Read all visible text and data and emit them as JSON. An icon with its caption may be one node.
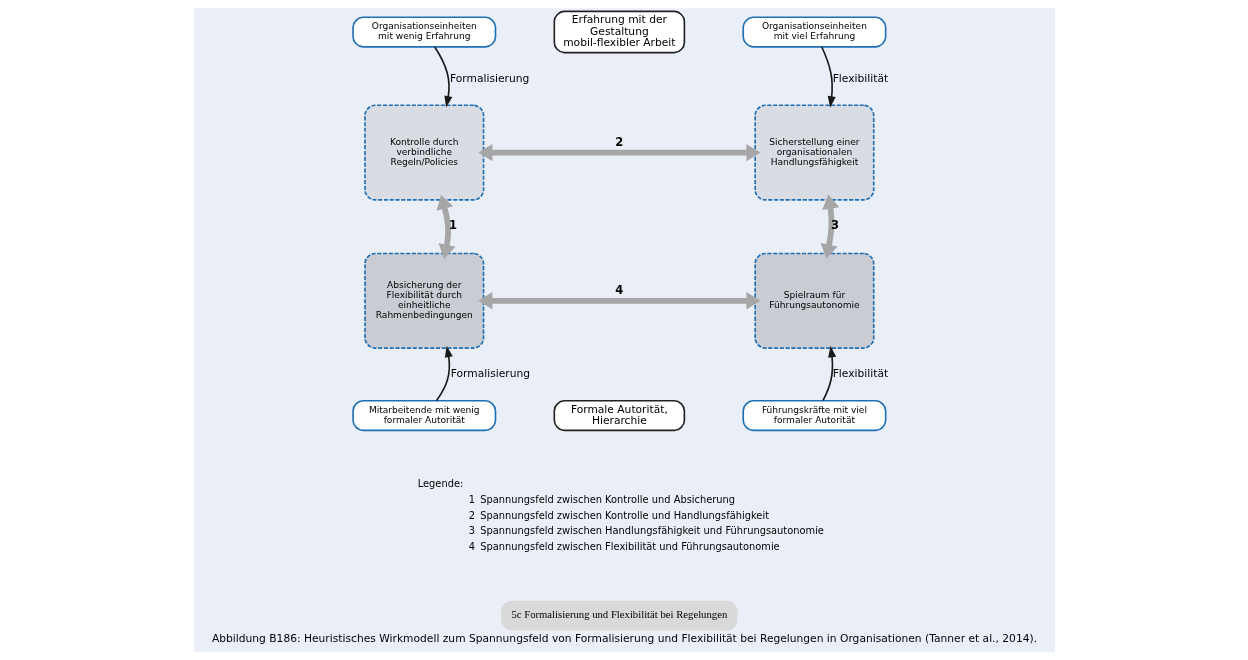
{
  "diagram": {
    "caption": "Abbildung B186: Heuristisches Wirkmodell zum Spannungsfeld von Formalisierung und Flexibilität bei Regelungen in Organisationen (Tanner et al., 2014).",
    "nodes": [
      {
        "text": [
          "Organisationseinheiten mit wenig Erfahrung"
        ]
      },
      {
        "text": [
          "Erfahrung mit der Gestaltung mobil-flexibler Arbeit"
        ]
      },
      {
        "text": [
          "Organisationseinheiten mit viel Erfahrung"
        ]
      },
      {
        "text": [
          "Kontrolle durch verbindliche Regeln/Policies"
        ]
      },
      {
        "text": [
          "Sicherstellung einer organisationalen Handlungsfähigkeit"
        ]
      },
      {
        "text": [
          "Absicherung der Flexibilität durch einheitliche Rahmenbedingungen"
        ]
      },
      {
        "text": [
          "Spielraum für Führungsautonomie"
        ]
      },
      {
        "text": [
          "Mitarbeitende mit wenig formaler Autorität"
        ]
      },
      {
        "text": [
          "Formale Autorität, Hierarchie"
        ]
      },
      {
        "text": [
          "Führungskräfte mit viel formaler Autorität"
        ]
      }
    ],
    "edges": [
      {
        "from": 0,
        "to": 3,
        "arrow": "to",
        "label": "Formalisierung"
      },
      {
        "from": 2,
        "to": 4,
        "arrow": "to",
        "label": "Flexibilität"
      },
      {
        "from": 3,
        "to": 4,
        "arrow": "both",
        "label": "2",
        "style": "thick",
        "color": "#a6a6a6"
      },
      {
        "from": 3,
        "to": 5,
        "arrow": "both",
        "label": "1",
        "style": "thick",
        "color": "#a6a6a6"
      },
      {
        "from": 4,
        "to": 6,
        "arrow": "both",
        "label": "3",
        "style": "thick",
        "color": "#a6a6a6"
      },
      {
        "from": 5,
        "to": 6,
        "arrow": "both",
        "label": "4",
        "style": "thick",
        "color": "#a6a6a6"
      },
      {
        "from": 7,
        "to": 5,
        "arrow": "to",
        "label": "Formalisierung"
      },
      {
        "from": 9,
        "to": 6,
        "arrow": "to",
        "label": "Flexibilität"
      }
    ],
    "labels": [
      "Legende:",
      "1",
      "Spannungsfeld zwischen Kontrolle und Absicherung",
      "2",
      "Spannungsfeld zwischen Kontrolle und Handlungsfähigkeit",
      "3",
      "Spannungsfeld zwischen Handlungsfähigkeit und Führungsautonomie",
      "4",
      "Spannungsfeld zwischen Flexibilität und Führungsautonomie",
      "5c Formalisierung und Flexibilität bei Regelungen"
    ]
  }
}
